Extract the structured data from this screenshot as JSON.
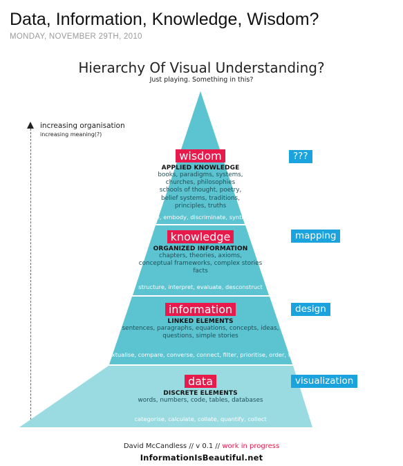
{
  "post": {
    "title": "Data, Information, Knowledge, Wisdom?",
    "date": "MONDAY, NOVEMBER 29TH, 2010"
  },
  "figure": {
    "title": "Hierarchy Of Visual Understanding?",
    "subtitle": "Just playing. Something in this?"
  },
  "axis": {
    "label": "increasing organisation",
    "sublabel": "increasing meaning(?)"
  },
  "colors": {
    "tier_fill": "#5cc3d0",
    "base_fill": "#9adbe2",
    "label_bg": "#e8194b",
    "tag_bg": "#1aa3dc"
  },
  "tiers": [
    {
      "name": "wisdom",
      "heading": "APPLIED KNOWLEDGE",
      "examples": [
        "books, paradigms, systems,",
        "churches, philosophies",
        "schools of thought, poetry,",
        "belief systems, traditions,",
        "principles, truths"
      ],
      "verbs": "weave, embody, discriminate, synthesize",
      "tag": "???"
    },
    {
      "name": "knowledge",
      "heading": "ORGANIZED INFORMATION",
      "examples": [
        "chapters, theories, axioms,",
        "conceptual frameworks, complex stories",
        "facts"
      ],
      "verbs": "structure, interpret, evaluate, desconstruct",
      "tag": "mapping"
    },
    {
      "name": "information",
      "heading": "LINKED ELEMENTS",
      "examples": [
        "sentences, paragraphs,  equations, concepts, ideas,",
        "questions, simple stories"
      ],
      "verbs": "contextualise, compare, converse, connect, filter, prioritise, order, frame",
      "tag": "design"
    },
    {
      "name": "data",
      "heading": "DISCRETE ELEMENTS",
      "examples": [
        "words, numbers, code, tables, databases"
      ],
      "verbs": "categorise, calculate, collate, quantify, collect",
      "tag": "visualization"
    }
  ],
  "credit": {
    "author": "David McCandless // v 0.1 //",
    "status": "work in progress",
    "site": "InformationIsBeautiful.net"
  }
}
